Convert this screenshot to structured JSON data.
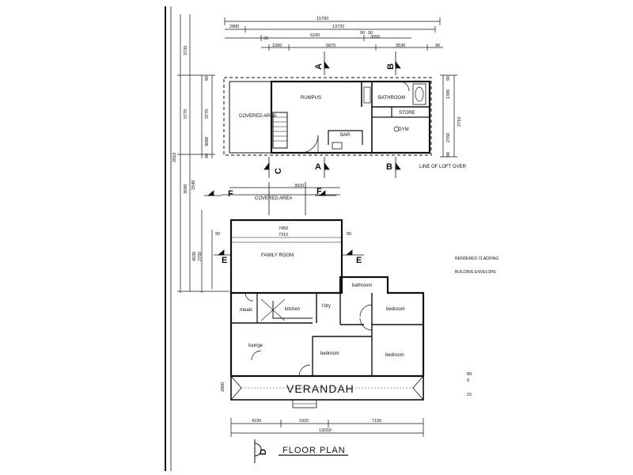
{
  "dimensions": {
    "top_total": "15780",
    "top_second": "13720",
    "top_left": "2880",
    "top_mid": "6330",
    "top_small_a": "90",
    "top_small_b": "90",
    "top_small_c": "3556",
    "row3_a": "90",
    "row3_b": "1060",
    "row3_c": "5870",
    "row3_d": "3530",
    "row3_e": "90",
    "left_outer": "2810",
    "left_upper": "3720",
    "left_inner": "3770",
    "left_mid": "5770",
    "left_lower": "3080",
    "left_low2": "3590",
    "left_90a": "90",
    "left_90b": "90",
    "right_a": "1390",
    "right_b": "2710",
    "right_c": "2760",
    "right_90a": "90",
    "right_90b": "90",
    "mid_3920": "3920",
    "mid_2549": "2549",
    "family_width_outer": "7450",
    "family_width_inner": "7310",
    "family_left_90": "90",
    "family_right_90": "90",
    "family_h1": "4630",
    "family_h2": "2750",
    "bottom_a": "4190",
    "bottom_b": "1920",
    "bottom_c": "7190",
    "bottom_total": "13(9)0",
    "verandah_left": "2800",
    "right_note_a": "89",
    "right_note_b": "9",
    "right_note_c": "15"
  },
  "rooms": {
    "rumpus": "RUMPUS",
    "covered_area_upper": "COVERED AREA",
    "bathroom_upper": "BATHROOM",
    "store": "STORE",
    "gym": "GYM",
    "bar": "BAR",
    "line_of_loft": "LINE OF LOFT OVER",
    "covered_area_mid": "COVERED AREA",
    "family_room": "FAMILY ROOM",
    "bathroom": "bathroom",
    "bedroom_1": "bedroom",
    "bedroom_2": "bedroom",
    "bedroom_3": "bedroom",
    "meals": "meals",
    "kitchen": "kitchen",
    "ldry": "l'dry",
    "lounge": "lounge",
    "verandah": "VERANDAH"
  },
  "section_markers": {
    "a": "A",
    "b": "B",
    "c": "C",
    "e": "E",
    "f": "F"
  },
  "side_notes": {
    "rendered": "RENDERED CLADDING",
    "building": "BUILDING ENVELOPE"
  },
  "title": {
    "label": "FLOOR PLAN",
    "marker": "D"
  }
}
